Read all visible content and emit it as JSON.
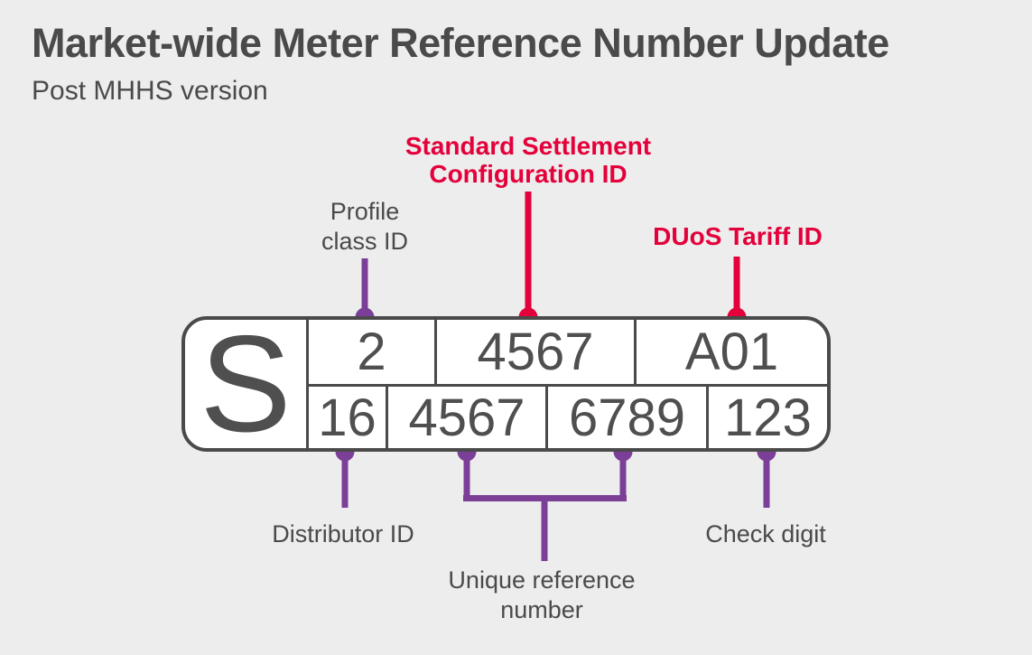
{
  "header": {
    "title": "Market-wide Meter Reference Number Update",
    "subtitle": "Post MHHS version"
  },
  "meter_box": {
    "prefix": "S",
    "top_row": [
      {
        "value": "2"
      },
      {
        "value": "4567"
      },
      {
        "value": "A01"
      }
    ],
    "bottom_row": [
      {
        "value": "16"
      },
      {
        "value": "4567"
      },
      {
        "value": "6789"
      },
      {
        "value": "123"
      }
    ]
  },
  "annotations": {
    "ssc": {
      "text": "Standard Settlement\nConfiguration ID"
    },
    "profile_class": {
      "text": "Profile\nclass ID"
    },
    "duos": {
      "text": "DUoS Tariff ID"
    },
    "distributor": {
      "text": "Distributor ID"
    },
    "unique_ref": {
      "text": "Unique reference\nnumber"
    },
    "check_digit": {
      "text": "Check digit"
    }
  },
  "colors": {
    "accent_red": "#E4003B",
    "accent_purple": "#7B3F98",
    "text_dark": "#4A4A4A",
    "text_medium": "#4F4F4F",
    "background": "#EDEDED",
    "box_fill": "#FFFFFF"
  }
}
